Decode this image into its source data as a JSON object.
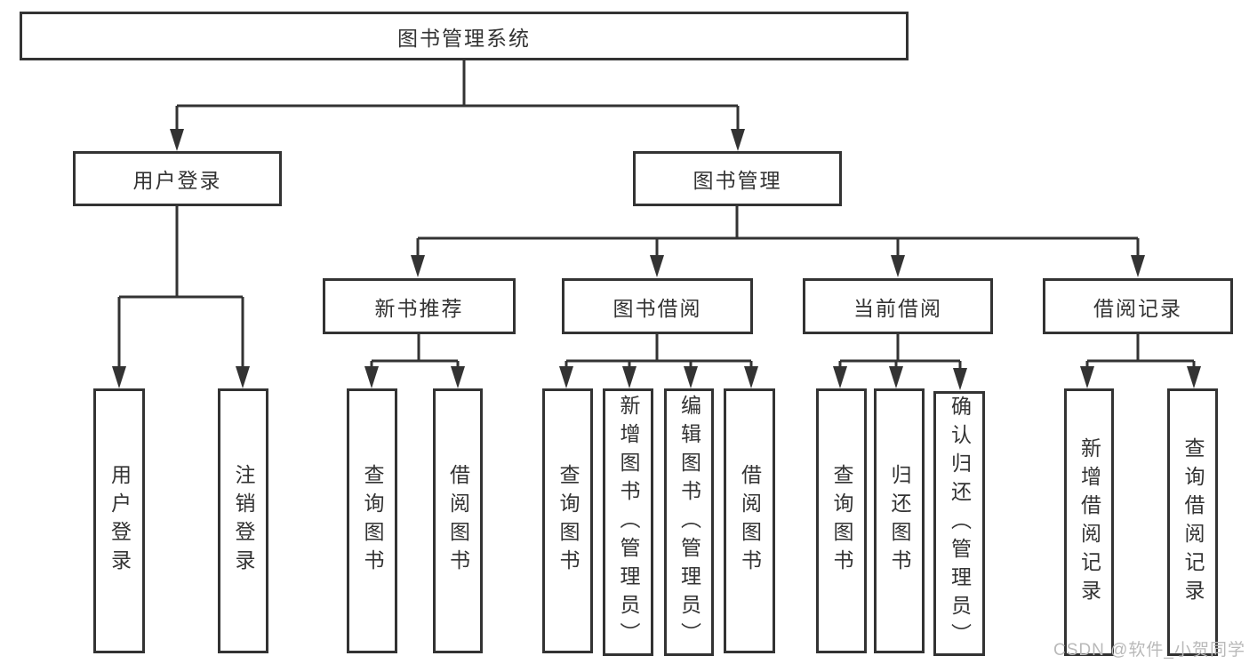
{
  "nodes": {
    "root": "图书管理系统",
    "user_login": "用户登录",
    "book_mgmt": "图书管理",
    "new_book_rec": "新书推荐",
    "book_borrow": "图书借阅",
    "current_borrow": "当前借阅",
    "borrow_record": "借阅记录",
    "ul_user_login": "用户登录",
    "ul_logout": "注销登录",
    "nb_query": "查询图书",
    "nb_borrow": "借阅图书",
    "bb_query": "查询图书",
    "bb_add": "新增图书（管理员）",
    "bb_edit": "编辑图书（管理员）",
    "bb_borrow": "借阅图书",
    "cb_query": "查询图书",
    "cb_return": "归还图书",
    "cb_confirm": "确认归还（管理员）",
    "br_add": "新增借阅记录",
    "br_query": "查询借阅记录"
  },
  "watermark": "CSDN @软件_小贺同学",
  "colors": {
    "line": "#333333",
    "box_border": "#333333",
    "text": "#333333",
    "watermark": "#b9b9b9",
    "background": "#ffffff"
  }
}
